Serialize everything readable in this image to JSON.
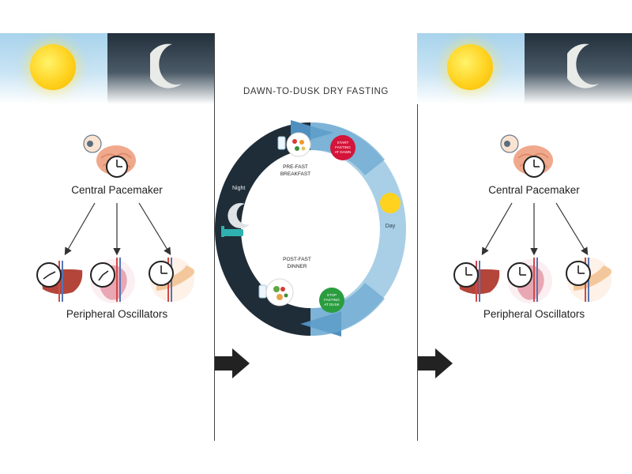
{
  "left": {
    "central_label": "Central Pacemaker",
    "peripheral_label": "Peripheral Oscillators"
  },
  "center": {
    "title": "DAWN-TO-DUSK DRY FASTING",
    "night_label": "Night",
    "day_label": "Day",
    "breakfast_line1": "PRE-FAST",
    "breakfast_line2": "BREAKFAST",
    "dinner_line1": "POST-FAST",
    "dinner_line2": "DINNER",
    "start_line1": "START",
    "start_line2": "FASTING",
    "start_line3": "AT DAWN",
    "stop_line1": "STOP",
    "stop_line2": "FASTING",
    "stop_line3": "AT DUSK"
  },
  "right": {
    "central_label": "Central Pacemaker",
    "peripheral_label": "Peripheral Oscillators"
  },
  "colors": {
    "night_ring": "#1f2d38",
    "day_ring": "#a9cfe6",
    "arrow_blue": "#4f8fbf",
    "start_badge": "#d4143a",
    "stop_badge": "#2a9d3f",
    "sun": "#ffd21f",
    "black_arrow": "#222222"
  }
}
